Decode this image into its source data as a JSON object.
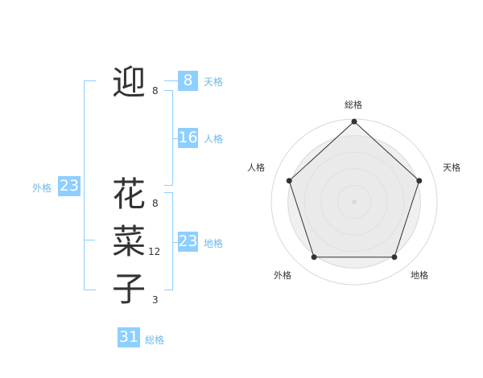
{
  "name_chars": [
    {
      "char": "迎",
      "strokes": "8"
    },
    {
      "char": "花",
      "strokes": "8"
    },
    {
      "char": "菜",
      "strokes": "12"
    },
    {
      "char": "子",
      "strokes": "3"
    }
  ],
  "grids": {
    "tenkaku": {
      "value": "8",
      "label": "天格"
    },
    "jinkaku": {
      "value": "16",
      "label": "人格"
    },
    "chikaku": {
      "value": "23",
      "label": "地格"
    },
    "gaikaku": {
      "value": "23",
      "label": "外格"
    },
    "soukaku": {
      "value": "31",
      "label": "総格"
    }
  },
  "colors": {
    "accent": "#8dcfff",
    "text": "#333333",
    "label": "#6fb8e8"
  },
  "chart_data": {
    "type": "radar",
    "axes": [
      "総格",
      "天格",
      "地格",
      "外格",
      "人格"
    ],
    "values": [
      1.0,
      0.85,
      0.85,
      0.85,
      0.85
    ],
    "rings": 5,
    "grid": true
  }
}
